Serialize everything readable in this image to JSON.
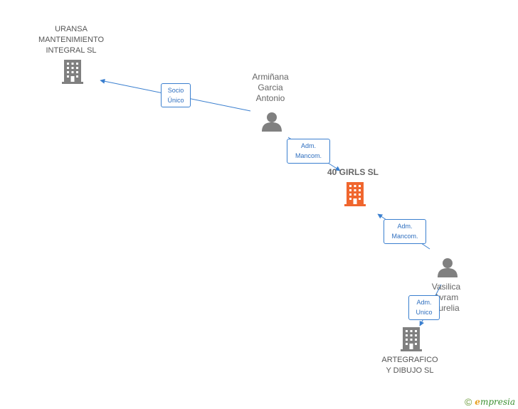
{
  "nodes": {
    "uransa": {
      "line1": "URANSA",
      "line2": "MANTENIMIENTO",
      "line3": "INTEGRAL SL"
    },
    "armi": {
      "line1": "Armiñana",
      "line2": "Garcia",
      "line3": "Antonio"
    },
    "center": {
      "name": "40 GIRLS SL"
    },
    "vasilica": {
      "line1": "Vasilica",
      "line2": "Avram",
      "line3": "Aurelia"
    },
    "artegrafico": {
      "line1": "ARTEGRAFICO",
      "line2": "Y DIBUJO  SL"
    }
  },
  "edges": {
    "socio": {
      "line1": "Socio",
      "line2": "Único"
    },
    "adm1": {
      "line1": "Adm.",
      "line2": "Mancom."
    },
    "adm2": {
      "line1": "Adm.",
      "line2": "Mancom."
    },
    "adm3": {
      "line1": "Adm.",
      "line2": "Unico"
    }
  },
  "colors": {
    "edge": "#3a7fcf",
    "building": "#808080",
    "center_building": "#f0662e",
    "person": "#808080"
  },
  "footer": {
    "copyright": "©",
    "brand_e": "e",
    "brand_rest": "mpresia"
  }
}
